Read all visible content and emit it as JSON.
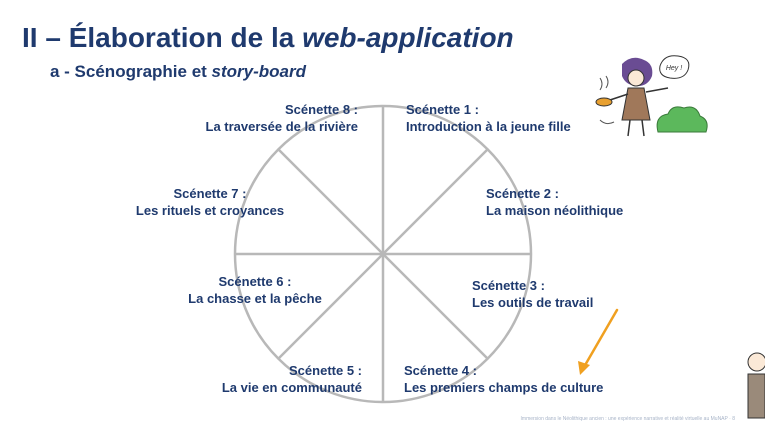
{
  "title": {
    "prefix": "II – Élaboration de la ",
    "italic": "web-application"
  },
  "subtitle": {
    "prefix": "a - Scénographie et ",
    "italic": "story-board"
  },
  "scenes": [
    {
      "label": "Scénette 1 :",
      "text": "Introduction à la jeune fille"
    },
    {
      "label": "Scénette 2 :",
      "text": "La maison néolithique"
    },
    {
      "label": "Scénette 3 :",
      "text": "Les outils de travail"
    },
    {
      "label": "Scénette 4 :",
      "text": "Les premiers champs de culture"
    },
    {
      "label": "Scénette 5 :",
      "text": "La vie en communauté"
    },
    {
      "label": "Scénette 6 :",
      "text": "La chasse et la pêche"
    },
    {
      "label": "Scénette 7 :",
      "text": "Les rituels et croyances"
    },
    {
      "label": "Scénette 8 :",
      "text": "La traversée de la rivière"
    }
  ],
  "speech_bubble": "Hey !",
  "footer": "Immersion dans le Néolithique ancien : une expérience narrative et réalité virtuelle au MuNAP",
  "page_number": "8",
  "colors": {
    "title": "#1f3a6e",
    "wheel": "#b8b8b8",
    "arrow": "#f0a020",
    "bush": "#5cb85c"
  }
}
